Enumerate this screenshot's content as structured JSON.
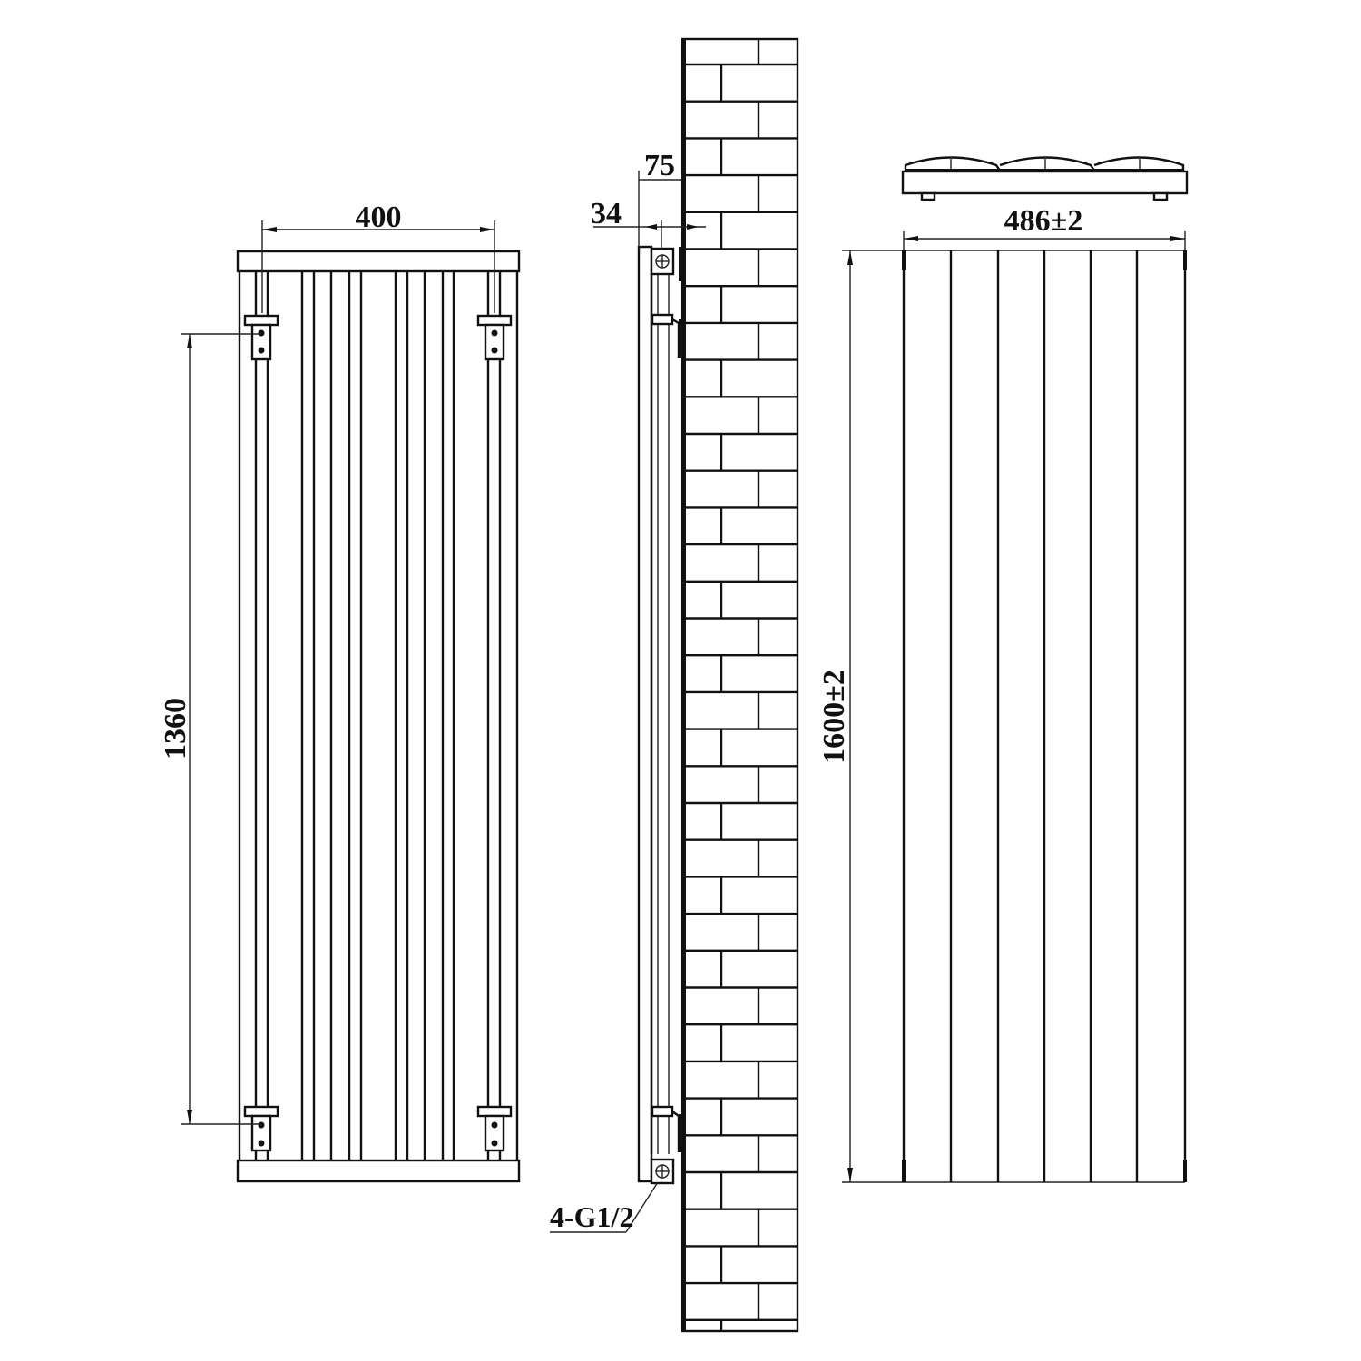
{
  "drawing": {
    "title": "Vertical radiator installation drawing",
    "colors": {
      "line": "#111111",
      "background": "#ffffff"
    },
    "front_view": {
      "name": "front-view-with-brackets",
      "dim_width_label": "400",
      "dim_height_label": "1360",
      "tube_count": 10,
      "bracket_count": 4
    },
    "side_view": {
      "name": "side-view-wall-mounted",
      "dim_depth_total_label": "75",
      "dim_depth_pipe_label": "34",
      "connection_label": "4-G1/2",
      "wall": "brick-wall"
    },
    "rear_view": {
      "name": "rear-and-top-view",
      "dim_width_label": "486±2",
      "dim_height_label": "1600±2",
      "panel_columns": 6
    }
  }
}
